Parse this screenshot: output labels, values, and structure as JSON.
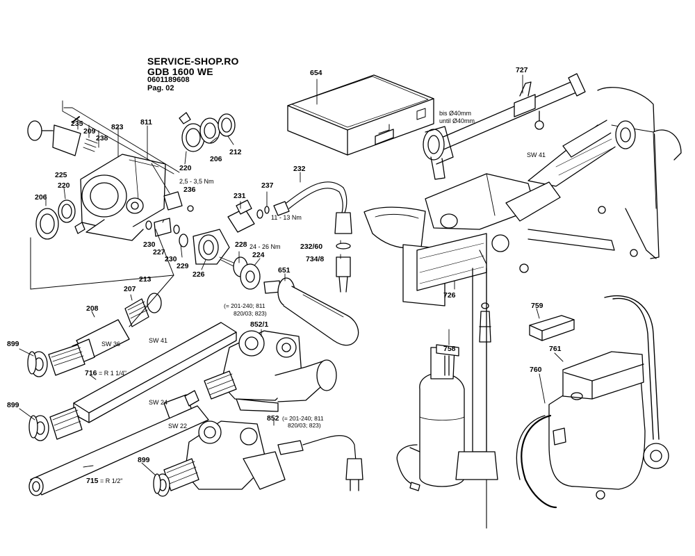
{
  "header": {
    "shop": "SERVICE-SHOP.RO",
    "model": "GDB 1600 WE",
    "code": "0601189608",
    "page": "Pag. 02"
  },
  "labels": {
    "p654": "654",
    "p727": "727",
    "p811": "811",
    "p823": "823",
    "p235": "235",
    "p209": "209",
    "p238": "238",
    "p225": "225",
    "p220a": "220",
    "p206a": "206",
    "p212": "212",
    "p220b": "220",
    "p206b": "206",
    "p236": "236",
    "p230a": "230",
    "p227": "227",
    "p230b": "230",
    "p229": "229",
    "p226": "226",
    "p231": "231",
    "p237": "237",
    "p232": "232",
    "p228": "228",
    "p224": "224",
    "p232_60": "232/60",
    "p734_8": "734/8",
    "p651": "651",
    "p207": "207",
    "p213": "213",
    "p208": "208",
    "p899a": "899",
    "p716": "716",
    "p852_1": "852/1",
    "p899b": "899",
    "p715": "715",
    "p852": "852",
    "p899c": "899",
    "p726": "726",
    "p758": "758",
    "p759": "759",
    "p761": "761",
    "p760": "760"
  },
  "annotations": {
    "torque_236": "2,5 - 3,5 Nm",
    "torque_237": "11 - 13 Nm",
    "torque_224": "24 - 26 Nm",
    "dia_bis": "bis Ø40mm",
    "dia_until": "until Ø40mm",
    "sw41_top": "SW 41",
    "sw41": "SW 41",
    "sw36": "SW 36",
    "sw24": "SW 24",
    "sw22": "SW 22",
    "thread_716": "= R 1 1/4\"",
    "thread_715": "= R 1/2\"",
    "variant_852_1_a": "(= 201-240; 811",
    "variant_852_1_b": "820/03; 823)",
    "variant_852_a": "(= 201-240; 811",
    "variant_852_b": "820/03; 823)"
  }
}
